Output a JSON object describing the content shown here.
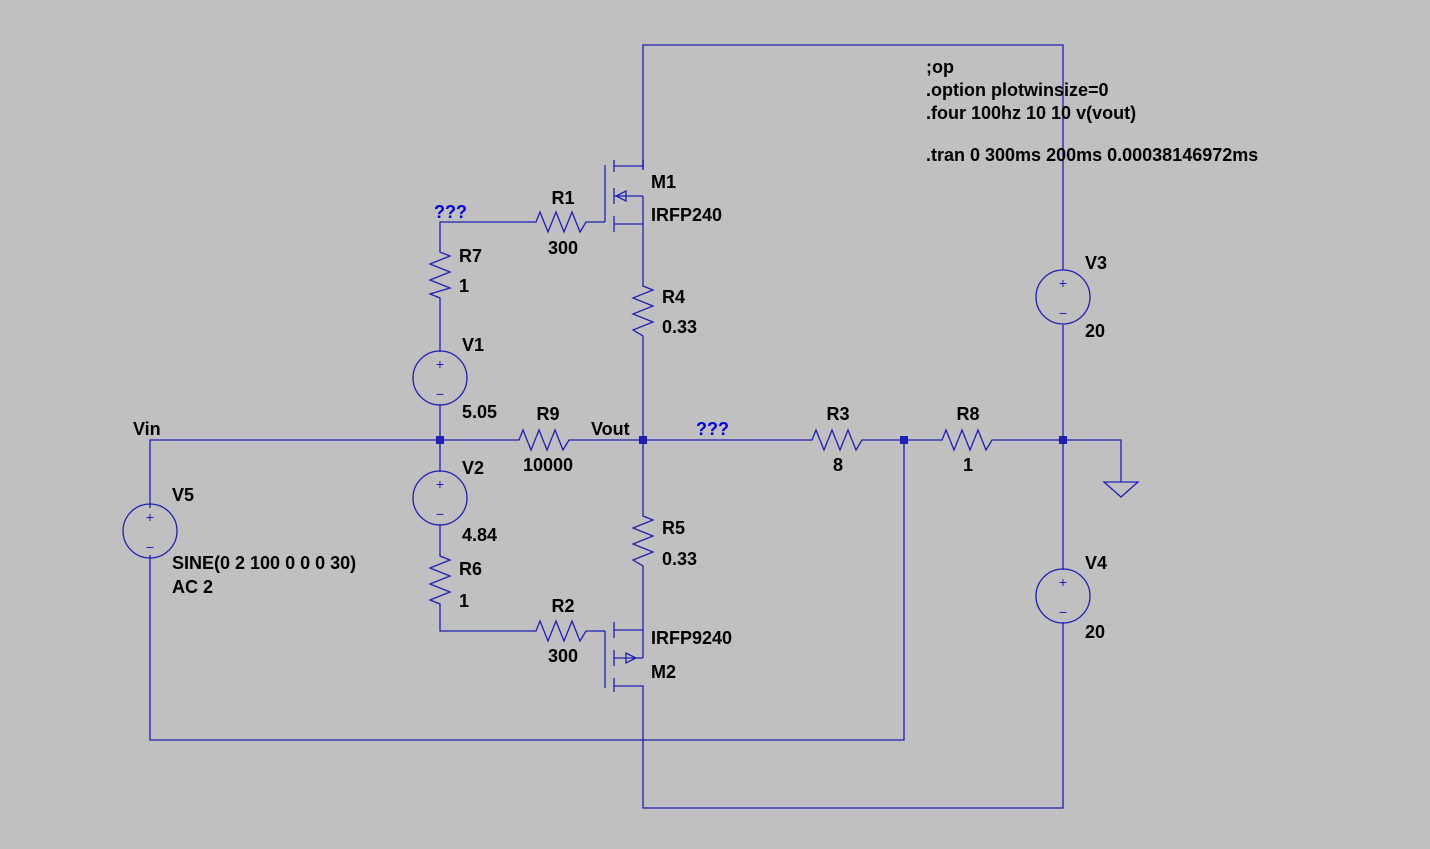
{
  "directives": {
    "op": ";op",
    "option": ".option plotwinsize=0",
    "four": ".four 100hz 10 10 v(vout)",
    "tran": ".tran 0 300ms 200ms 0.00038146972ms"
  },
  "nets": {
    "vin": "Vin",
    "vout": "Vout",
    "unnamed_gate_top": "???",
    "unnamed_out": "???"
  },
  "components": {
    "M1": {
      "name": "M1",
      "model": "IRFP240"
    },
    "M2": {
      "name": "M2",
      "model": "IRFP9240"
    },
    "R1": {
      "name": "R1",
      "value": "300"
    },
    "R2": {
      "name": "R2",
      "value": "300"
    },
    "R3": {
      "name": "R3",
      "value": "8"
    },
    "R4": {
      "name": "R4",
      "value": "0.33"
    },
    "R5": {
      "name": "R5",
      "value": "0.33"
    },
    "R6": {
      "name": "R6",
      "value": "1"
    },
    "R7": {
      "name": "R7",
      "value": "1"
    },
    "R8": {
      "name": "R8",
      "value": "1"
    },
    "R9": {
      "name": "R9",
      "value": "10000"
    },
    "V1": {
      "name": "V1",
      "value": "5.05"
    },
    "V2": {
      "name": "V2",
      "value": "4.84"
    },
    "V3": {
      "name": "V3",
      "value": "20"
    },
    "V4": {
      "name": "V4",
      "value": "20"
    },
    "V5": {
      "name": "V5",
      "value": "SINE(0 2 100 0 0 0 30)",
      "ac": "AC 2"
    }
  },
  "colors": {
    "background": "#c0c0c0",
    "wire": "#1f1fb4",
    "text": "#000000",
    "net_label": "#0000e0"
  },
  "symbols": {
    "plus": "+",
    "minus": "−"
  }
}
